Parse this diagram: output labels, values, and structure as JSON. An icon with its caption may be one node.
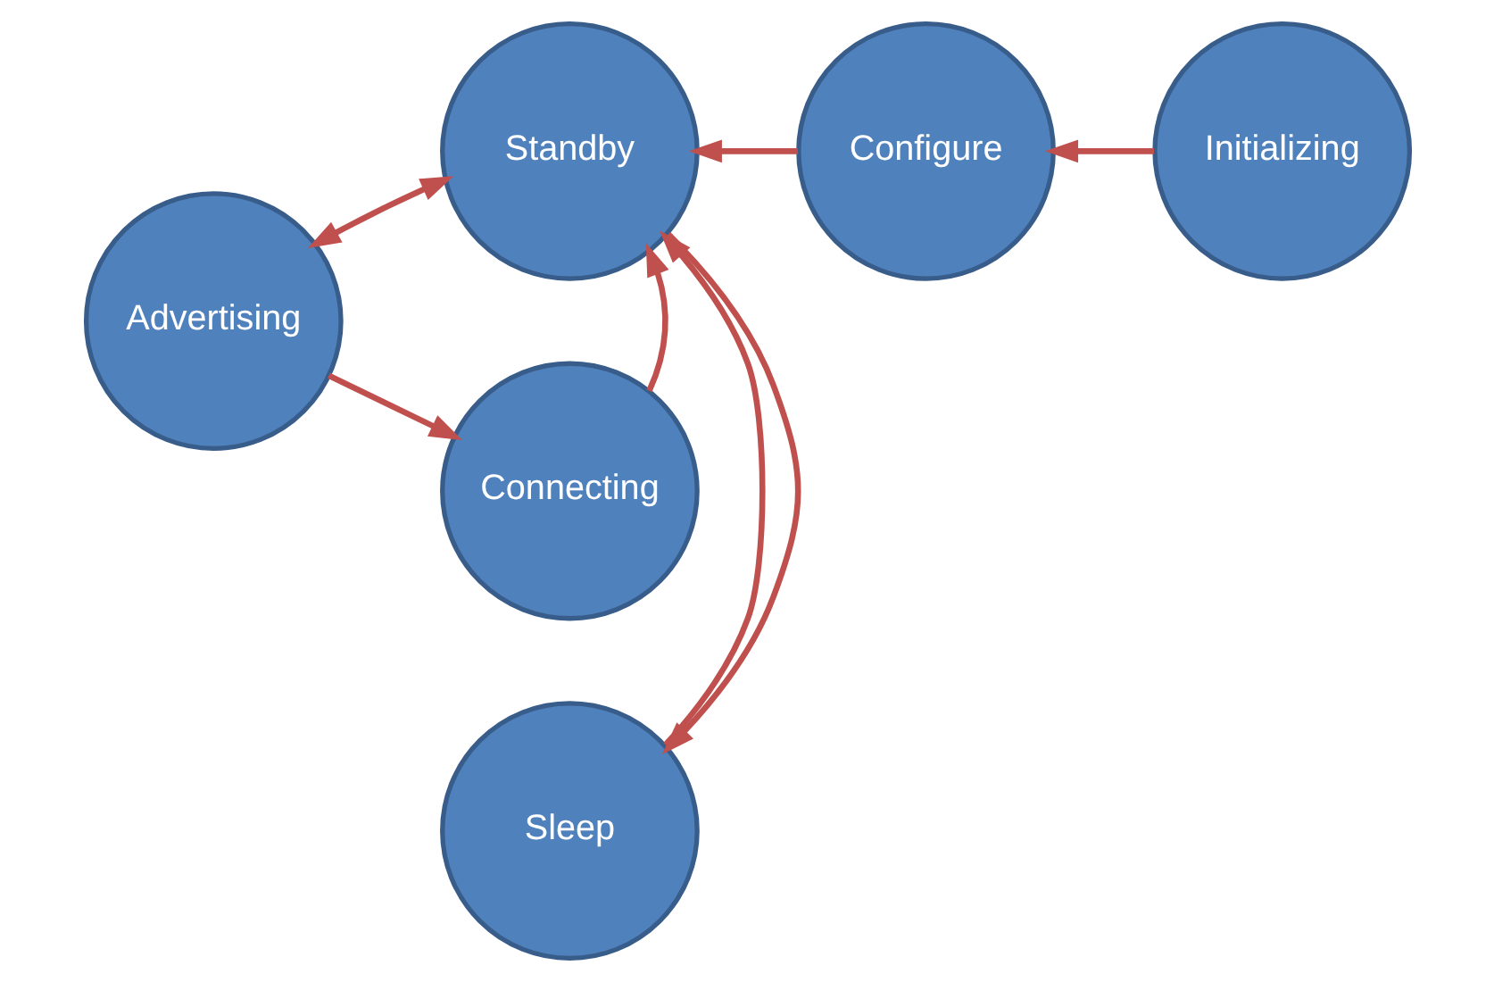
{
  "diagram": {
    "nodes": [
      {
        "text": [
          "Sleep"
        ]
      },
      {
        "text": [
          "Advertising"
        ]
      },
      {
        "text": [
          "Standby"
        ]
      },
      {
        "text": [
          "Configure"
        ]
      },
      {
        "text": [
          "Initializing"
        ]
      },
      {
        "text": [
          "Connecting"
        ]
      }
    ],
    "edges": [
      {
        "from": 0,
        "to": 2,
        "arrow": "to"
      },
      {
        "from": 2,
        "to": 0,
        "arrow": "to"
      },
      {
        "from": 1,
        "to": 2,
        "arrow": "both"
      },
      {
        "from": 3,
        "to": 2,
        "arrow": "to"
      },
      {
        "from": 4,
        "to": 3,
        "arrow": "to"
      },
      {
        "from": 5,
        "to": 2,
        "arrow": "to"
      },
      {
        "from": 1,
        "to": 5,
        "arrow": "to"
      }
    ]
  }
}
